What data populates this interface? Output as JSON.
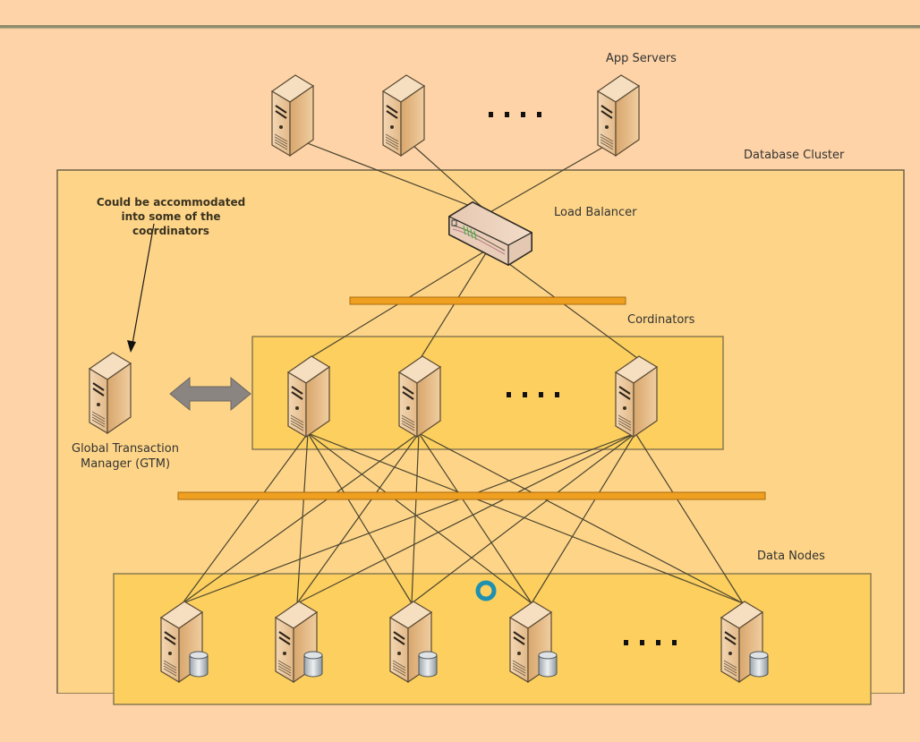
{
  "diagram": {
    "labels": {
      "app_servers": "App Servers",
      "database_cluster": "Database Cluster",
      "load_balancer": "Load Balancer",
      "coordinators": "Cordinators",
      "data_nodes": "Data Nodes",
      "gtm_line1": "Global Transaction",
      "gtm_line2": "Manager (GTM)",
      "note_line1": "Could be accommodated",
      "note_line2": "into some of the",
      "note_line3": "coordinators",
      "ellipsis": "...."
    },
    "colors": {
      "page_bg": "#fed3a7",
      "cluster_bg": "#fed588",
      "group_bg": "#fccf5e",
      "bus": "#f0a020",
      "line": "#4a4430",
      "arrow": "#8a8580",
      "cursor": "#1e90b0"
    },
    "nodes": {
      "app_servers": 3,
      "coordinators": 3,
      "data_nodes": 5
    }
  }
}
